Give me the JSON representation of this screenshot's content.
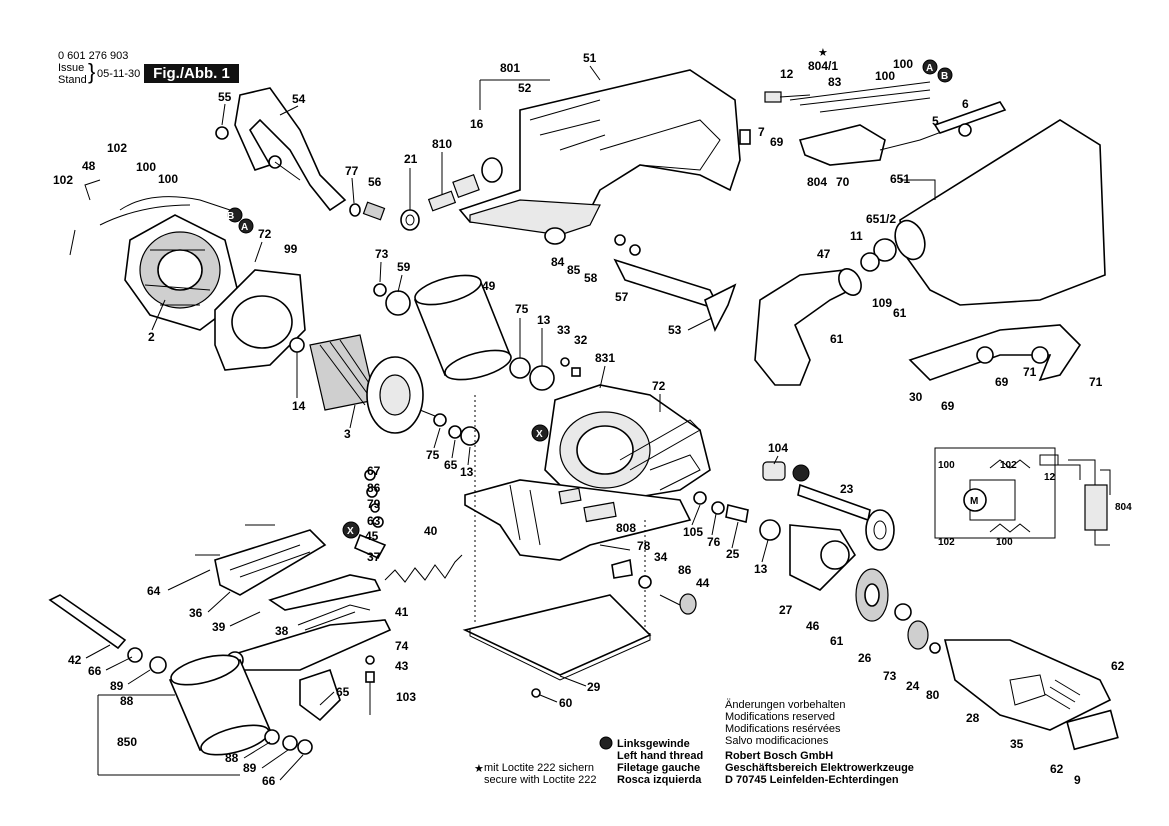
{
  "header": {
    "part_number": "0 601 276 903",
    "issue_label": "Issue",
    "stand_label": "Stand",
    "issue_date": "05-11-30",
    "figure_label": "Fig./Abb. 1"
  },
  "callouts": {
    "c801": "801",
    "c51": "51",
    "c804_1": "804/1",
    "c12": "12",
    "c100": "100",
    "c100b": "100",
    "cA": "A",
    "cB": "B",
    "c55": "55",
    "c54": "54",
    "c52": "52",
    "c83": "83",
    "c6": "6",
    "c16": "16",
    "c5": "5",
    "c7": "7",
    "c69": "69",
    "c102": "102",
    "c100c": "100",
    "c48": "48",
    "c100d": "100",
    "c102b": "102",
    "c21": "21",
    "c810": "810",
    "c77": "77",
    "c56": "56",
    "c804": "804",
    "c70": "70",
    "c651": "651",
    "cB2": "B",
    "cA2": "A",
    "c72": "72",
    "c651_2": "651/2",
    "c11": "11",
    "c99": "99",
    "c73": "73",
    "c59": "59",
    "c84": "84",
    "c85": "85",
    "c58": "58",
    "c47": "47",
    "c49": "49",
    "c2": "2",
    "c57": "57",
    "c109": "109",
    "c61": "61",
    "c75": "75",
    "c13": "13",
    "c33": "33",
    "c32": "32",
    "c53": "53",
    "c61b": "61",
    "c831": "831",
    "c30": "30",
    "c69b": "69",
    "c71": "71",
    "c71b": "71",
    "c69c": "69",
    "c14": "14",
    "c72b": "72",
    "c3": "3",
    "cX": "X",
    "c75b": "75",
    "c65": "65",
    "c13b": "13",
    "c104": "104",
    "c67": "67",
    "c86": "86",
    "c79": "79",
    "c63": "63",
    "c23": "23",
    "cX2": "X",
    "c45": "45",
    "c40": "40",
    "c37": "37",
    "c808": "808",
    "c105": "105",
    "c76": "76",
    "c25": "25",
    "c78": "78",
    "c34": "34",
    "c64": "64",
    "c36": "36",
    "c86b": "86",
    "c44": "44",
    "c13c": "13",
    "c27": "27",
    "c39": "39",
    "c41": "41",
    "c38": "38",
    "c42": "42",
    "c74": "74",
    "c46": "46",
    "c61c": "61",
    "c66": "66",
    "c43": "43",
    "c26": "26",
    "c73b": "73",
    "c62": "62",
    "c89": "89",
    "c88": "88",
    "c65b": "65",
    "c103": "103",
    "c29": "29",
    "c24": "24",
    "c80": "80",
    "c60": "60",
    "c28": "28",
    "c850": "850",
    "c35": "35",
    "c88b": "88",
    "c89b": "89",
    "c66b": "66",
    "c62b": "62",
    "c9": "9",
    "w100": "100",
    "w102": "102",
    "w12": "12",
    "w804": "804",
    "w102b": "102",
    "w100b": "100",
    "wM": "M"
  },
  "legend": {
    "left_hand_de": "Linksgewinde",
    "left_hand_en": "Left hand thread",
    "left_hand_fr": "Filetage gauche",
    "left_hand_es": "Rosca izquierda",
    "loctite_de": "mit Loctite 222 sichern",
    "loctite_en": "secure with Loctite 222"
  },
  "notes": {
    "line1": "Änderungen vorbehalten",
    "line2": "Modifications reserved",
    "line3": "Modifications resérvées",
    "line4": "Salvo modificaciones",
    "company1": "Robert Bosch GmbH",
    "company2": "Geschäftsbereich Elektrowerkzeuge",
    "company3": "D 70745 Leinfelden-Echterdingen"
  }
}
